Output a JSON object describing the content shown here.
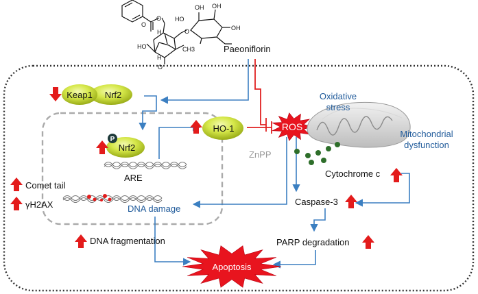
{
  "compound": {
    "name": "Paeoniflorin",
    "atom_labels": [
      "O",
      "O",
      "OH",
      "HO",
      "OH",
      "OH",
      "HO",
      "H",
      "O",
      "O",
      "H",
      "CH3"
    ]
  },
  "proteins": {
    "keap1": "Keap1",
    "nrf2": "Nrf2",
    "nrf2_phospho": "Nrf2",
    "phospho_mark": "P",
    "ho1": "HO-1"
  },
  "labels": {
    "are": "ARE",
    "ros": "ROS",
    "znpp": "ZnPP",
    "oxidative_stress": [
      "Oxidative",
      "stress"
    ],
    "mitochondrial_dysfunction": [
      "Mitochondrial",
      "dysfunction"
    ],
    "cytochrome": "Cytochrome c",
    "caspase3": "Caspase-3",
    "parp": "PARP degradation",
    "comet": "Comet tail",
    "h2ax": "γH2AX",
    "dna_damage": "DNA damage",
    "dna_fragmentation": "DNA fragmentation",
    "apoptosis": "Apoptosis"
  },
  "colors": {
    "blue_arrow": "#3b7fc1",
    "red_inhibit": "#e02020",
    "red_updown": "#e31b1b",
    "protein_fill": "#c4d826",
    "burst_fill": "#e8141e",
    "label_blue": "#1f5a9a",
    "mito_dot": "#2e6e2a",
    "cell_border": "#333333",
    "nucleus_border": "#a8a8a8"
  }
}
